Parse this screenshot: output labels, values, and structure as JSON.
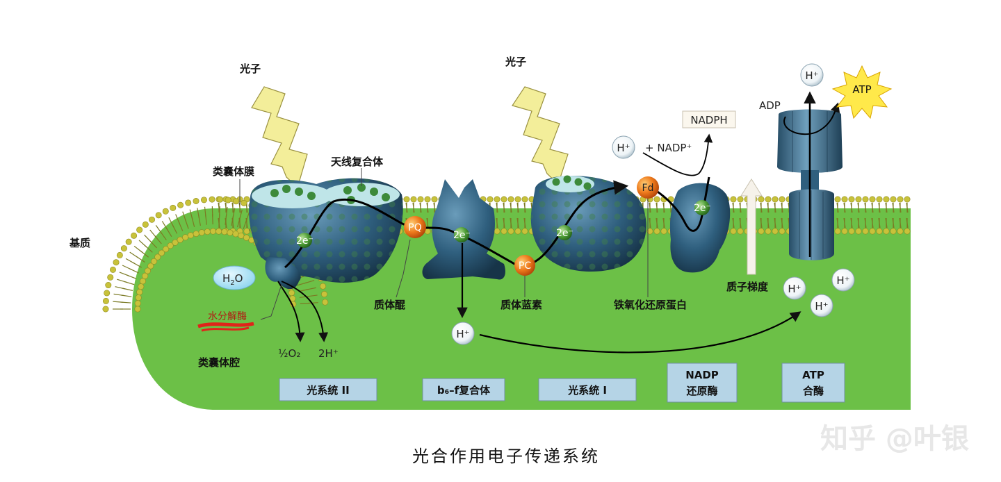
{
  "labels": {
    "photon_left": "光子",
    "photon_right": "光子",
    "thylakoid_membrane": "类囊体膜",
    "antenna_complex": "天线复合体",
    "stroma": "基质",
    "lumen": "类囊体腔",
    "water_splitting_enzyme": "水分解酶",
    "plastoquinone": "质体醌",
    "plastocyanin": "质体蓝素",
    "ferredoxin_reductase": "铁氧化还原蛋白",
    "proton_gradient": "质子梯度"
  },
  "molecules": {
    "h2o_main": "H",
    "h2o_sub": "2",
    "h2o_tail": "O",
    "o2": "½O₂",
    "h_plus_2": "2H⁺",
    "pq": "PQ",
    "pc": "PC",
    "fd": "Fd",
    "electrons": "2e⁻",
    "h_plus": "H⁺",
    "nadp_plus": "+ NADP⁺",
    "nadph": "NADPH",
    "adp": "ADP",
    "atp": "ATP"
  },
  "complexes": {
    "ps2": "光系统 II",
    "b6f": "b₆–f复合体",
    "ps1": "光系统 I",
    "nadp_reductase_line1": "NADP",
    "nadp_reductase_line2": "还原酶",
    "atp_synthase_line1": "ATP",
    "atp_synthase_line2": "合酶"
  },
  "caption": "光合作用电子传递系统",
  "watermark": "知乎 @叶银",
  "colors": {
    "lumen_green": "#6cc047",
    "membrane_yellow": "#c8c23a",
    "protein_blue": "#3a6f8f",
    "carrier_orange": "#e8731c",
    "box_fill": "#b5d4e6",
    "bolt_yellow": "#f3ee9a"
  }
}
